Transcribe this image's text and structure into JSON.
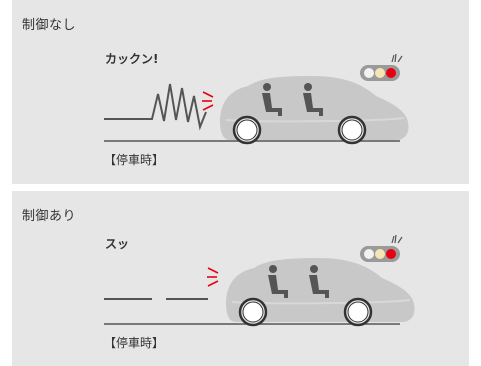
{
  "panels": [
    {
      "label": "制御なし",
      "sound": "カックン!",
      "caption": "【停車時】",
      "traffic_light": [
        "white",
        "yellow",
        "red"
      ]
    },
    {
      "label": "制御あり",
      "sound": "スッ",
      "caption": "【停車時】",
      "traffic_light": [
        "white",
        "yellow",
        "red"
      ]
    }
  ],
  "colors": {
    "panel_bg": "#e6e6e6",
    "car_body": "#c8c8c8",
    "line": "#555555",
    "accent_red": "#e60012",
    "light_white": "#f2f2f2",
    "light_yellow": "#f3e6b4"
  },
  "icons": [
    "car-icon",
    "passenger-icon",
    "traffic-light-icon",
    "jolt-lines-icon",
    "signal-lines-icon"
  ]
}
